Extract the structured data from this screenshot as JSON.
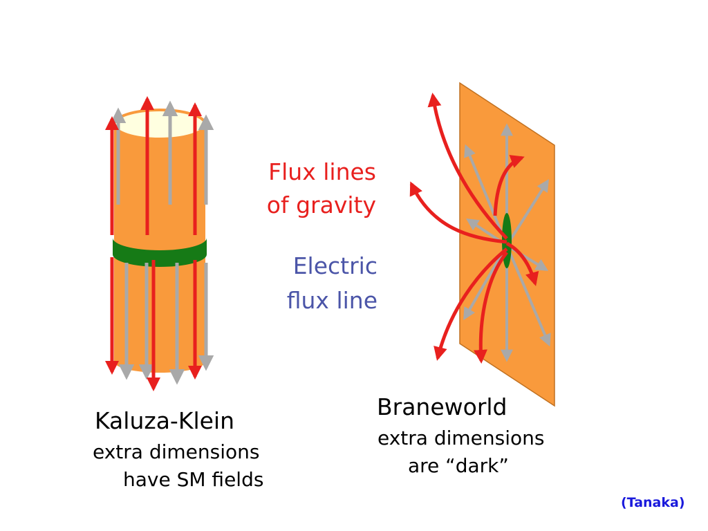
{
  "labels": {
    "gravity_line1": "Flux lines",
    "gravity_line2": "of gravity",
    "electric_line1": "Electric",
    "electric_line2": "flux line",
    "kk_title": "Kaluza-Klein",
    "kk_sub1": "extra dimensions",
    "kk_sub2": "have SM fields",
    "brane_title": "Braneworld",
    "brane_sub1": "extra dimensions",
    "brane_sub2": "are “dark”",
    "credit": "(Tanaka)"
  },
  "colors": {
    "gravity_flux": "#e8201e",
    "electric_flux": "#a9a9a9",
    "cylinder": "#f99a3c",
    "brane": "#f99a3c",
    "sm_field": "#167a16",
    "cylinder_top": "#ffffe0",
    "electric_text": "#4b55a8",
    "credit_text": "#1a1adc"
  }
}
